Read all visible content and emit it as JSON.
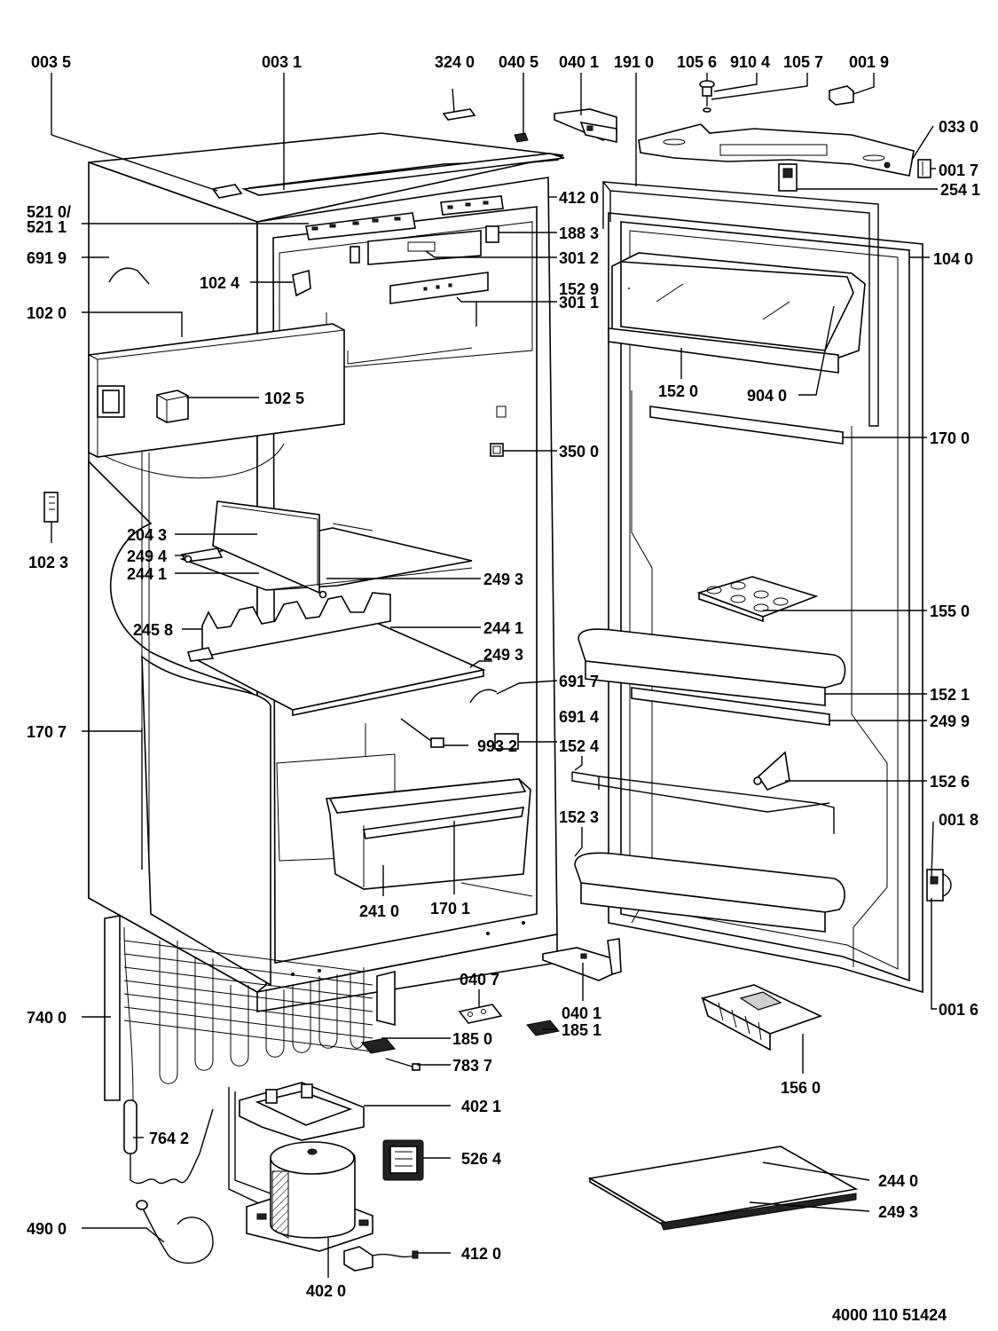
{
  "doc_number": "4000 110 51424",
  "labels": {
    "l0035": "003 5",
    "l0031": "003 1",
    "l3240": "324 0",
    "l0405": "040 5",
    "l0401top": "040 1",
    "l1910": "191 0",
    "l1056": "105 6",
    "l9104": "910 4",
    "l1057": "105 7",
    "l0019": "001 9",
    "l0330": "033 0",
    "l0017": "001 7",
    "l2541": "254 1",
    "l5210": "521 0/",
    "l5211": "521 1",
    "l4120top": "412 0",
    "l1883": "188 3",
    "l6919": "691 9",
    "l1024": "102 4",
    "l3012": "301 2",
    "l1040": "104 0",
    "l1529": "152 9",
    "l1020": "102 0",
    "l3011": "301 1",
    "l1025": "102 5",
    "l1520": "152 0",
    "l9040": "904 0",
    "l1700": "170 0",
    "l3500": "350 0",
    "l1023": "102 3",
    "l2043": "204 3",
    "l2494": "249 4",
    "l2441a": "244 1",
    "l2493a": "249 3",
    "l1550": "155 0",
    "l2458": "245 8",
    "l2441b": "244 1",
    "l2493b": "249 3",
    "l6917": "691 7",
    "l1521": "152 1",
    "l6914": "691 4",
    "l1707": "170 7",
    "l2499": "249 9",
    "l9932": "993 2",
    "l1524": "152 4",
    "l1526": "152 6",
    "l1523": "152 3",
    "l0018": "001 8",
    "l2410": "241 0",
    "l1701": "170 1",
    "l0407": "040 7",
    "l0401bot": "040 1",
    "l1851": "185 1",
    "l0016": "001 6",
    "l7400": "740 0",
    "l1850": "185 0",
    "l7837": "783 7",
    "l1560": "156 0",
    "l4021": "402 1",
    "l7642": "764 2",
    "l5264": "526 4",
    "l2440": "244 0",
    "l2493c": "249 3",
    "l4900": "490 0",
    "l4120bot": "412 0",
    "l4020": "402 0"
  }
}
